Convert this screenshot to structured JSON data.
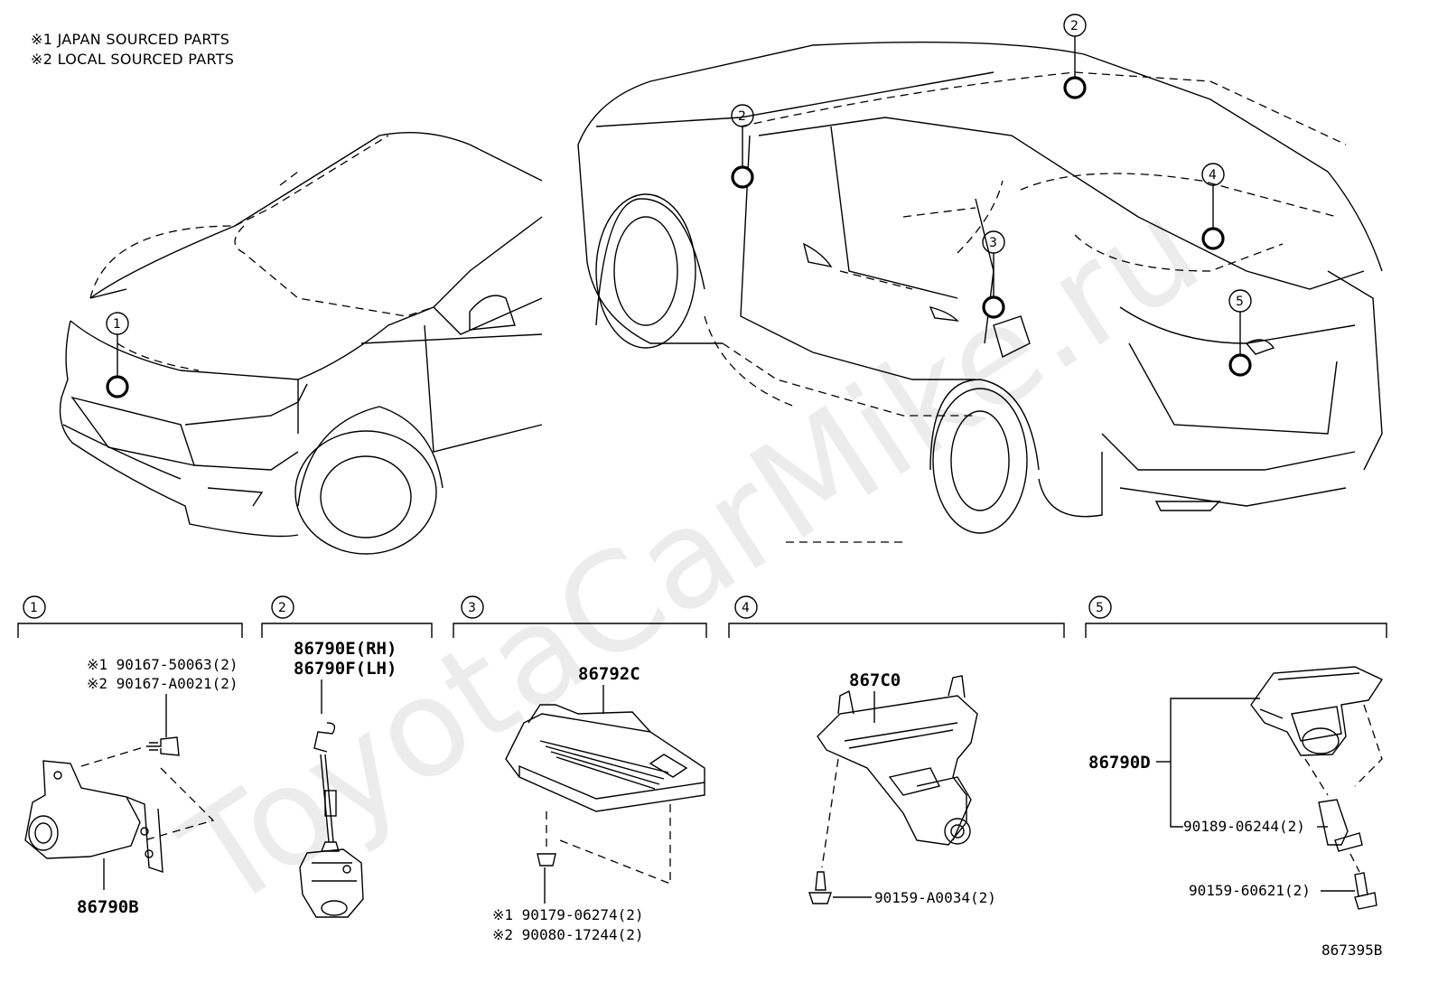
{
  "notes": [
    "※1 JAPAN SOURCED PARTS",
    "※2 LOCAL SOURCED PARTS"
  ],
  "watermark": "ToyotaCarMike.ru",
  "callouts": {
    "c1": "1",
    "c2": "2",
    "c3": "3",
    "c4": "4",
    "c5": "5"
  },
  "groups": [
    {
      "id": "1",
      "parts": {
        "bolt_jp": "※1 90167-50063(2)",
        "bolt_local": "※2 90167-A0021(2)",
        "camera": "86790B"
      }
    },
    {
      "id": "2",
      "parts": {
        "camera_rh": "86790E(RH)",
        "camera_lh": "86790F(LH)"
      }
    },
    {
      "id": "3",
      "parts": {
        "ecu": "86792C",
        "nut_jp": "※1 90179-06274(2)",
        "nut_local": "※2 90080-17244(2)"
      }
    },
    {
      "id": "4",
      "parts": {
        "bracket": "867C0",
        "screw": "90159-A0034(2)"
      }
    },
    {
      "id": "5",
      "parts": {
        "camera": "86790D",
        "clip": "90189-06244(2)",
        "screw": "90159-60621(2)"
      }
    }
  ],
  "illustration_code": "867395B"
}
